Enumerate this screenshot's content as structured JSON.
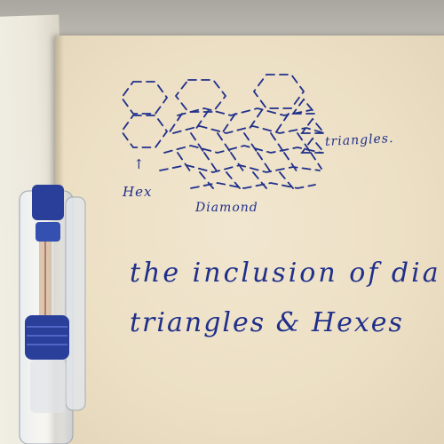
{
  "sketch": {
    "labels": {
      "triangles": "triangles.",
      "hex": "Hex",
      "diamond": "Diamond"
    }
  },
  "note": {
    "line1": "the inclusion of dia",
    "line2": "triangles & Hexes"
  },
  "colors": {
    "ink": "#1f2f8a",
    "paper": "#ecdfc4",
    "pen_cap": "#2a3f9a"
  }
}
